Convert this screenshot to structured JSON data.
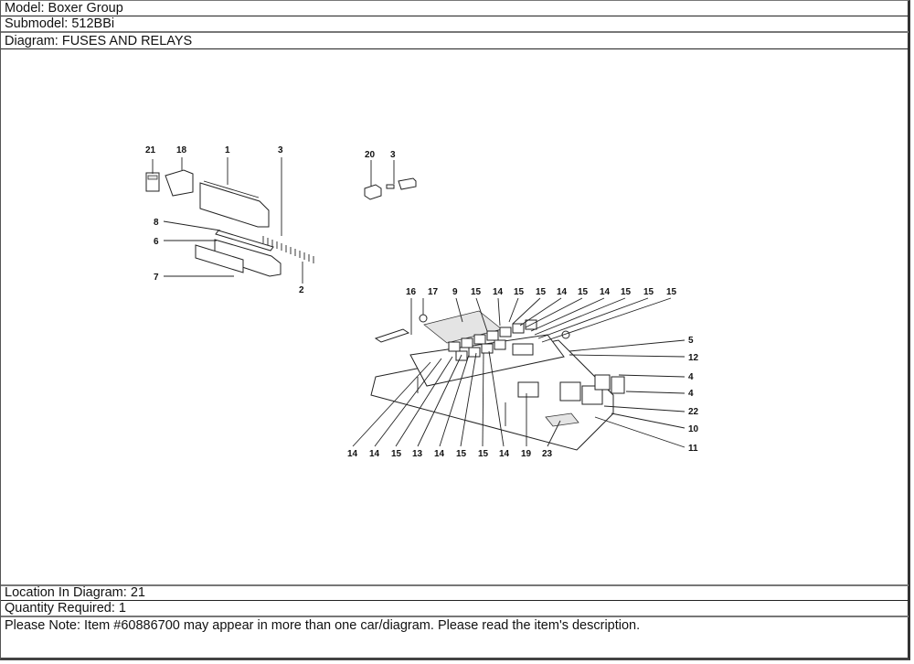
{
  "header": {
    "model_label": "Model: Boxer Group",
    "submodel_label": "Submodel: 512BBi",
    "diagram_label": "Diagram: FUSES AND RELAYS"
  },
  "diagram": {
    "title": "FUSES AND RELAYS",
    "callouts_left_group": [
      "21",
      "18",
      "1",
      "3",
      "8",
      "6",
      "7",
      "2"
    ],
    "callouts_small_group": [
      "20",
      "3"
    ],
    "callouts_top_row": [
      "16",
      "17",
      "9",
      "15",
      "14",
      "15",
      "15",
      "14",
      "15",
      "14",
      "15",
      "15",
      "15"
    ],
    "callouts_right_column": [
      "5",
      "12",
      "4",
      "4",
      "22",
      "10",
      "11"
    ],
    "callouts_bottom_row": [
      "14",
      "14",
      "15",
      "13",
      "14",
      "15",
      "15",
      "14",
      "19",
      "23"
    ]
  },
  "footer": {
    "location_label": "Location In Diagram: 21",
    "quantity_label": "Quantity Required: 1",
    "note": "Please Note: Item #60886700 may appear in more than one car/diagram. Please read the item's description."
  }
}
